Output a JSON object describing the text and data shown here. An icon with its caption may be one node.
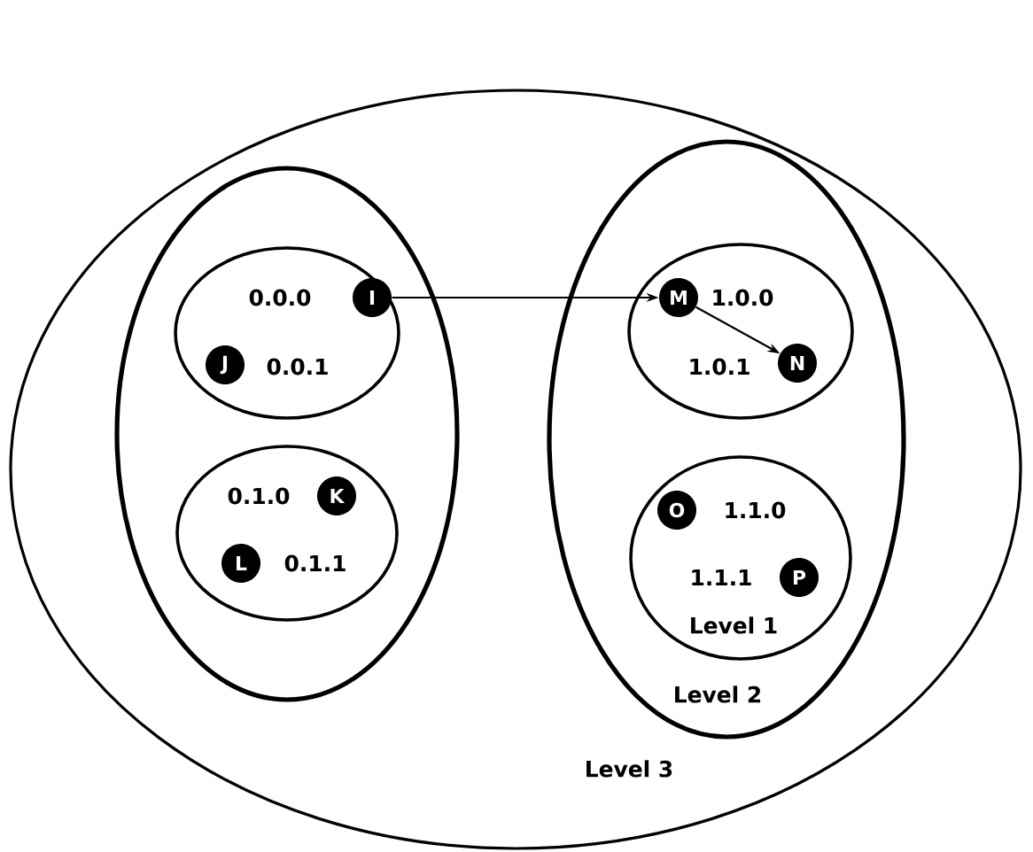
{
  "diagram": {
    "nodes": [
      {
        "text": [
          "Level 3"
        ]
      },
      {
        "text": [],
        "shape": "ellipse",
        "in": 0
      },
      {
        "text": [],
        "shape": "ellipse",
        "in": 1
      },
      {
        "text": [
          "I"
        ],
        "beside": [
          "0.0.0"
        ],
        "in": 2
      },
      {
        "text": [
          "J"
        ],
        "beside": [
          "0.0.1"
        ],
        "in": 2
      },
      {
        "text": [],
        "shape": "ellipse",
        "in": 1
      },
      {
        "text": [
          "K"
        ],
        "beside": [
          "0.1.0"
        ],
        "in": 5
      },
      {
        "text": [
          "L"
        ],
        "beside": [
          "0.1.1"
        ],
        "in": 5
      },
      {
        "text": [
          "Level 2"
        ],
        "in": 0
      },
      {
        "text": [],
        "shape": "ellipse",
        "in": 8
      },
      {
        "text": [
          "M"
        ],
        "beside": [
          "1.0.0"
        ],
        "in": 9
      },
      {
        "text": [
          "N"
        ],
        "beside": [
          "1.0.1"
        ],
        "in": 9
      },
      {
        "text": [
          "Level 1"
        ],
        "in": 8
      },
      {
        "text": [
          "O"
        ],
        "beside": [
          "1.1.0"
        ],
        "in": 12
      },
      {
        "text": [
          "P"
        ],
        "beside": [
          "1.1.1"
        ],
        "in": 12
      }
    ],
    "edges": [
      {
        "from": 3,
        "to": 10,
        "arrow": "to"
      },
      {
        "from": 10,
        "to": 11,
        "arrow": "to"
      }
    ]
  }
}
